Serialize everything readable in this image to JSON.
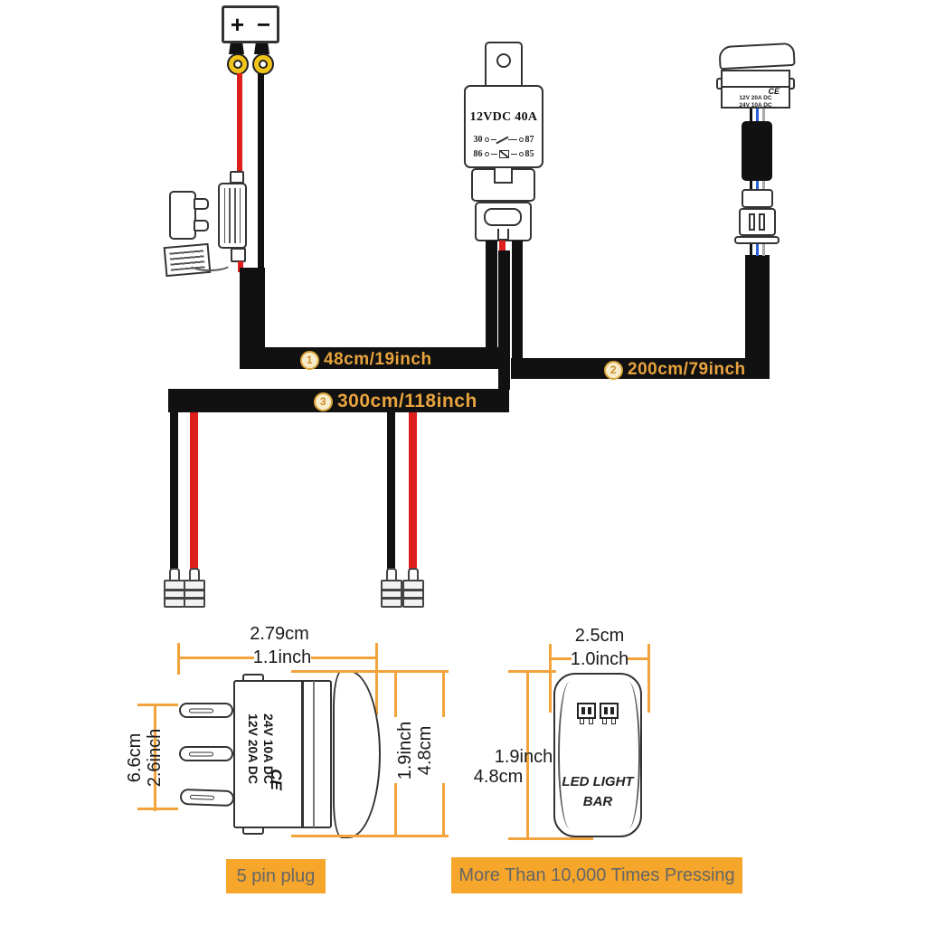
{
  "battery": {
    "plus": "+",
    "minus": "−"
  },
  "relay": {
    "label": "12VDC 40A",
    "pin_30": "30",
    "pin_87": "87",
    "pin_86": "86",
    "pin_85": "85"
  },
  "switch_assembly": {
    "marking_line1": "12V 20A DC",
    "marking_line2": "24V 10A DC",
    "ce_mark": "CE"
  },
  "wire_lengths": [
    {
      "num": "1",
      "label": "48cm/19inch"
    },
    {
      "num": "2",
      "label": "200cm/79inch"
    },
    {
      "num": "3",
      "label": "300cm/118inch"
    }
  ],
  "switch_side_diagram": {
    "width_cm": "2.79cm",
    "width_inch": "1.1inch",
    "height_cm": "6.6cm",
    "height_inch": "2.6inch",
    "depth_inch": "1.9inch",
    "depth_cm": "4.8cm",
    "marking_line1": "12V 20A DC",
    "marking_line2": "24V 10A DC",
    "ce_mark": "CE"
  },
  "switch_front_diagram": {
    "width_cm": "2.5cm",
    "width_inch": "1.0inch",
    "height_inch": "1.9inch",
    "height_cm": "4.8cm",
    "face_line1": "LED LIGHT",
    "face_line2": "BAR"
  },
  "badges": {
    "pin_plug": "5 pin plug",
    "pressing": "More Than 10,000 Times Pressing"
  },
  "colors": {
    "accent_orange": "#F5A62B",
    "dimension_orange": "#F2A33C",
    "label_gold": "#E8A33D",
    "wire_red": "#DF1F1C",
    "wire_black": "#111111",
    "wire_blue": "#2B5FD9",
    "terminal_gold": "#F0C419"
  }
}
